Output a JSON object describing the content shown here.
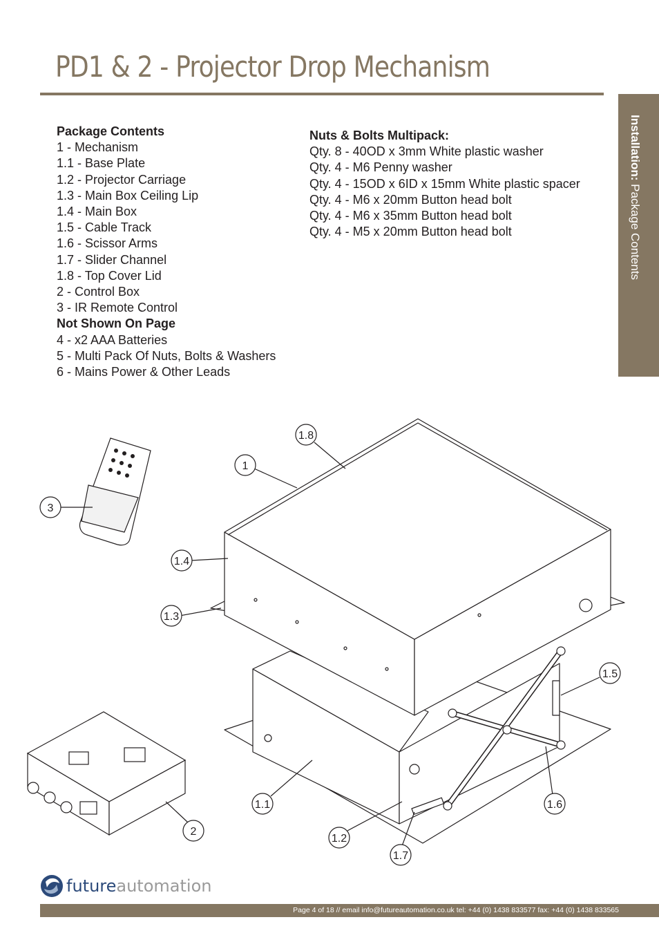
{
  "page": {
    "title": "PD1 & 2 - Projector Drop Mechanism",
    "side_tab": {
      "bold": "Installation:",
      "rest": " Package Contents"
    }
  },
  "package_contents": {
    "heading": "Package Contents",
    "items": [
      "1 - Mechanism",
      "1.1 - Base Plate",
      "1.2 - Projector Carriage",
      "1.3 - Main Box Ceiling Lip",
      "1.4 - Main Box",
      "1.5 - Cable Track",
      "1.6 - Scissor Arms",
      "1.7 - Slider Channel",
      "1.8 - Top Cover Lid",
      "2 - Control Box",
      "3 - IR Remote Control"
    ],
    "not_shown_heading": "Not Shown On Page",
    "not_shown_items": [
      "4 - x2 AAA Batteries",
      "5 - Multi Pack Of Nuts, Bolts & Washers",
      "6 - Mains Power & Other Leads"
    ]
  },
  "multipack": {
    "heading": "Nuts & Bolts Multipack:",
    "items": [
      "Qty. 8 - 40OD x 3mm White plastic washer",
      "Qty. 4 - M6 Penny washer",
      "Qty. 4 - 15OD x 6ID x 15mm White plastic spacer",
      "Qty. 4 - M6 x 20mm Button head bolt",
      "Qty. 4 - M6 x 35mm Button head bolt",
      "Qty. 4 - M5 x 20mm Button head bolt"
    ]
  },
  "callouts": [
    "1.8",
    "1",
    "3",
    "1.4",
    "1.3",
    "1.5",
    "1.1",
    "1.6",
    "2",
    "1.2",
    "1.7"
  ],
  "logo": {
    "part1": "future",
    "part2": "automation"
  },
  "footer": {
    "text": "Page 4 of 18 // email info@futureautomation.co.uk  tel: +44 (0) 1438 833577  fax: +44 (0) 1438 833565"
  },
  "colors": {
    "brand": "#857762",
    "text": "#231f20",
    "logo_blue": "#2c4a7a"
  }
}
